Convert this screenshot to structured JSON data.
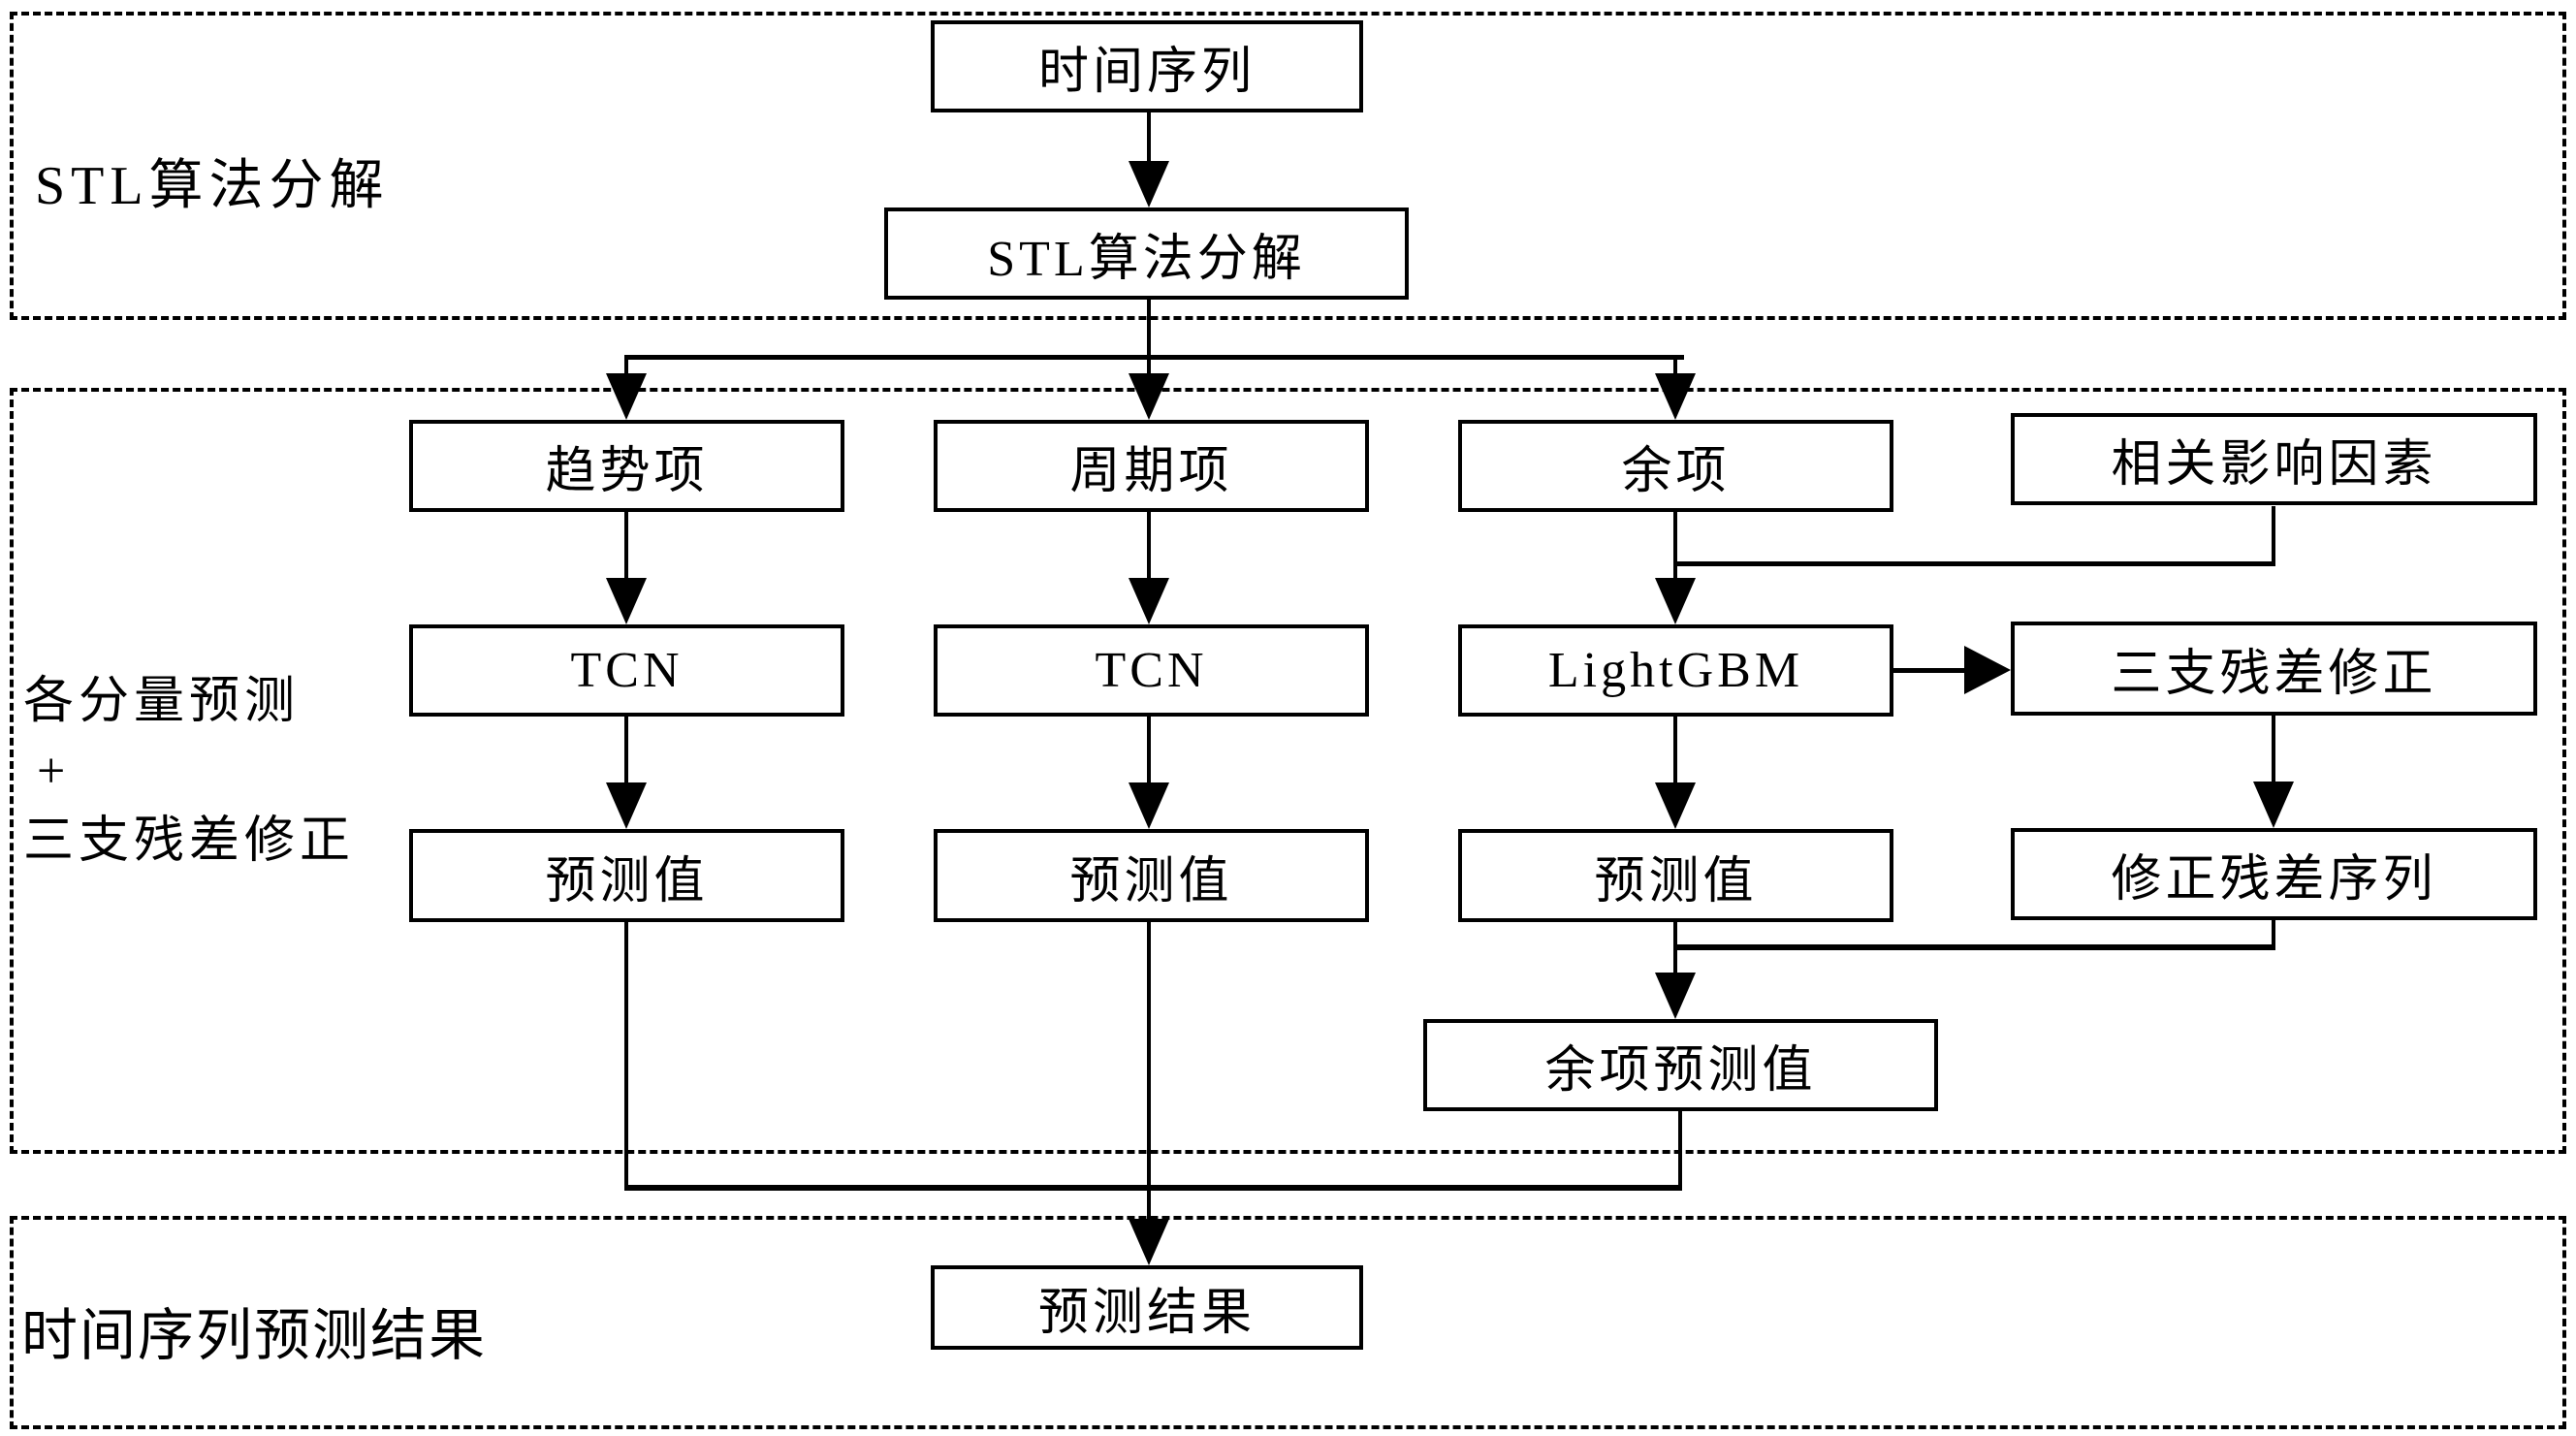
{
  "sections": [
    {
      "id": "stl-decomposition",
      "label": "STL算法分解"
    },
    {
      "id": "component-prediction",
      "label_lines": [
        "各分量预测",
        "+",
        "三支残差修正"
      ]
    },
    {
      "id": "final-result",
      "label": "时间序列预测结果"
    }
  ],
  "nodes": {
    "time_series": "时间序列",
    "stl_decompose": "STL算法分解",
    "trend": "趋势项",
    "seasonal": "周期项",
    "residual": "余项",
    "related_factors": "相关影响因素",
    "tcn_trend": "TCN",
    "tcn_seasonal": "TCN",
    "lightgbm": "LightGBM",
    "three_way_residual_correction": "三支残差修正",
    "trend_prediction": "预测值",
    "seasonal_prediction": "预测值",
    "residual_model_prediction": "预测值",
    "corrected_residual_series": "修正残差序列",
    "residual_prediction": "余项预测值",
    "prediction_result": "预测结果"
  },
  "colors": {
    "line": "#000000",
    "background": "#ffffff",
    "text": "#000000"
  }
}
